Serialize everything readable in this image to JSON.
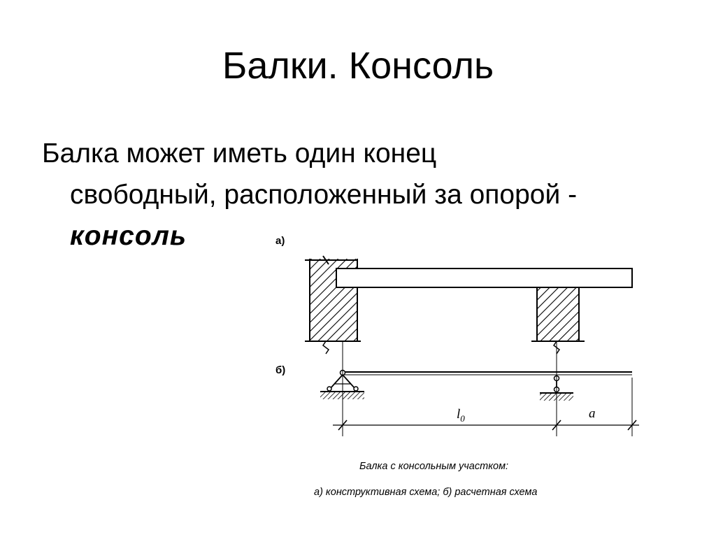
{
  "slide": {
    "title": "Балки. Консоль",
    "text_line1": "Балка может иметь один конец",
    "text_line2": "свободный, расположенный за опорой -",
    "text_term": "консоль"
  },
  "figure": {
    "label_a": "а)",
    "label_b": "б)",
    "span_label": "l",
    "span_subscript": "0",
    "cantilever_label": "a",
    "caption_line1": "Балка с консольным участком:",
    "caption_line2": "а) конструктивная схема; б) расчетная схема"
  }
}
